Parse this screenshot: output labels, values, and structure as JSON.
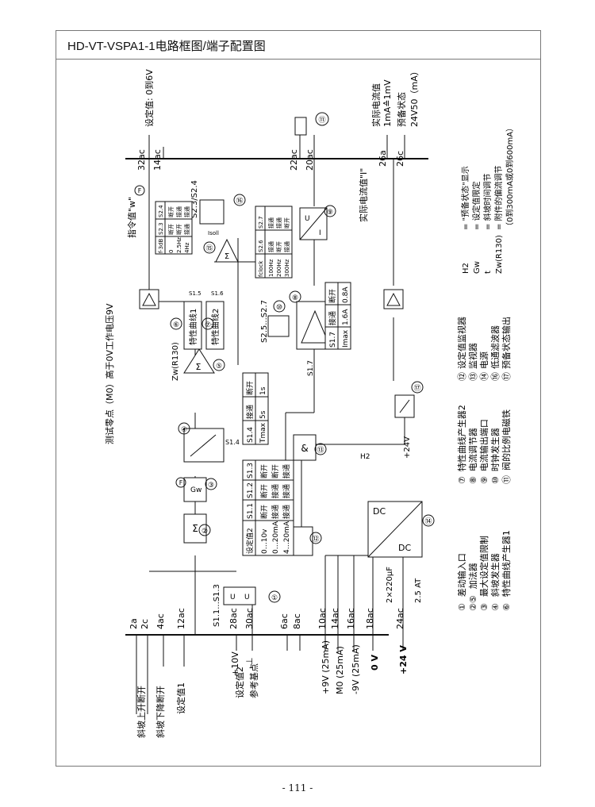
{
  "title": "HD-VT-VSPA1-1电路框图/端子配置图",
  "page_number": "- 111 -",
  "terminals": [
    "2a",
    "2c",
    "4ac",
    "12ac",
    "28ac",
    "30ac",
    "6ac",
    "8ac",
    "10ac",
    "14ac",
    "16ac",
    "18ac",
    "24ac",
    "32ac",
    "14ac",
    "22ac",
    "20ac",
    "26a",
    "26c"
  ],
  "left_labels": {
    "ramp_up": "斜坡上升断开",
    "ramp_down": "斜坡下降断开",
    "setpoint1": "设定值1",
    "setpoint2": "设定值2",
    "ref_point": "参考基点",
    "plus10v": "+10V",
    "ground": "⊥",
    "plus9v": "+9V (25mA)",
    "m0": "M0 (25mA)",
    "minus9v": "-9V (25mA)",
    "zero_v": "0 V",
    "plus24v": "+24 V"
  },
  "right_labels": {
    "setpoint_range": "设定值: 0到6V",
    "actual_current": "实际电流值",
    "current_scale": "1mA≙1mV",
    "standby_state": "预备状态",
    "standby_spec": "24V50（mA）",
    "command_w": "指令值\"w\"",
    "actual_i": "实际电流值\"I\"",
    "test_zero": "测试零点（M0）高于0V工作电压9V"
  },
  "blocks": {
    "b1": "①",
    "b2": "②",
    "b3": "③",
    "b4": "④",
    "b5": "⑤",
    "b6": "⑥",
    "b7": "⑦",
    "b8": "⑧",
    "b9": "⑨",
    "b10": "⑩",
    "b11": "⑪",
    "b12": "⑫",
    "b13": "⑬",
    "b14": "⑭",
    "b15": "⑮",
    "b16": "⑯",
    "b17": "⑰",
    "sigma": "Σ",
    "and": "&",
    "dc": "DC",
    "F": "F",
    "Gw": "Gw",
    "curve1": "特性曲线1",
    "curve2": "特性曲线2",
    "zw": "Zw(R130)",
    "s11_s13": "S1.1...S1.3",
    "s25_s27": "S2.5...S2.7",
    "s23_s24": "S2.3/S2.4",
    "s15": "S1.5",
    "s16": "S1.6",
    "s14": "S1.4",
    "s17": "S1.7",
    "cap": "2×220µF",
    "fuse": "2.5 AT",
    "h2": "H2",
    "plus24v": "+24V",
    "ui": "U",
    "i": "I",
    "f3db": "f-3dB",
    "fclock": "fclock",
    "lsoll": "Isoll",
    "imax": "Imax"
  },
  "table_s1": {
    "headers": [
      "设定值2",
      "S1.1",
      "S1.2",
      "S1.3"
    ],
    "rows": [
      [
        "0…10v",
        "断开",
        "断开",
        "断开"
      ],
      [
        "0…20mA",
        "接通",
        "接通",
        "断开"
      ],
      [
        "4…20mA",
        "接通",
        "接通",
        "接通"
      ]
    ]
  },
  "table_s14": {
    "headers": [
      "S1.4",
      "接通",
      "断开"
    ],
    "rows": [
      [
        "Tmax",
        "5s",
        "1s"
      ]
    ]
  },
  "table_s17": {
    "headers": [
      "S1.7",
      "接通",
      "断开"
    ],
    "rows": [
      [
        "Imax",
        "1.6A",
        "0.8A"
      ]
    ]
  },
  "table_s23": {
    "headers": [
      "f-3dB",
      "S2.3",
      "S2.4"
    ],
    "rows": [
      [
        "0",
        "断开",
        "断开"
      ],
      [
        "2.5Hz",
        "断开",
        "接通"
      ],
      [
        "4Hz",
        "接通",
        "接通"
      ]
    ]
  },
  "table_s25": {
    "headers": [
      "fclock",
      "S2.6",
      "S2.7"
    ],
    "rows": [
      [
        "100Hz",
        "接通",
        "接通"
      ],
      [
        "200Hz",
        "断开",
        "接通"
      ],
      [
        "300Hz",
        "接通",
        "断开"
      ]
    ]
  },
  "legend": [
    {
      "num": "①",
      "text": "差动输入口"
    },
    {
      "num": "②⑤",
      "text": "加法器"
    },
    {
      "num": "③",
      "text": "最大设定值限制"
    },
    {
      "num": "④",
      "text": "斜坡发生器"
    },
    {
      "num": "⑥",
      "text": "特性曲线产生器1"
    },
    {
      "num": "⑦",
      "text": "特性曲线产生器2"
    },
    {
      "num": "⑧",
      "text": "电流调节器"
    },
    {
      "num": "⑨",
      "text": "电流输出端口"
    },
    {
      "num": "⑩",
      "text": "时钟发生器"
    },
    {
      "num": "⑪",
      "text": "阀的比例电磁铁"
    },
    {
      "num": "⑫",
      "text": "设定值监视器"
    },
    {
      "num": "⑬",
      "text": "监视器"
    },
    {
      "num": "⑭",
      "text": "电源"
    },
    {
      "num": "⑯",
      "text": "低通滤波器"
    },
    {
      "num": "⑰",
      "text": "预备状态输出"
    }
  ],
  "abbreviations": [
    {
      "key": "H2",
      "text": "= \"预备状态\"显示"
    },
    {
      "key": "Gw",
      "text": "= 设定值限定"
    },
    {
      "key": "t",
      "text": "= 斜坡时间调节"
    },
    {
      "key": "Zw(R130)",
      "text": "= 附件的偏流调节"
    },
    {
      "key": "",
      "text": "（0到300mA或0到600mA）"
    }
  ]
}
